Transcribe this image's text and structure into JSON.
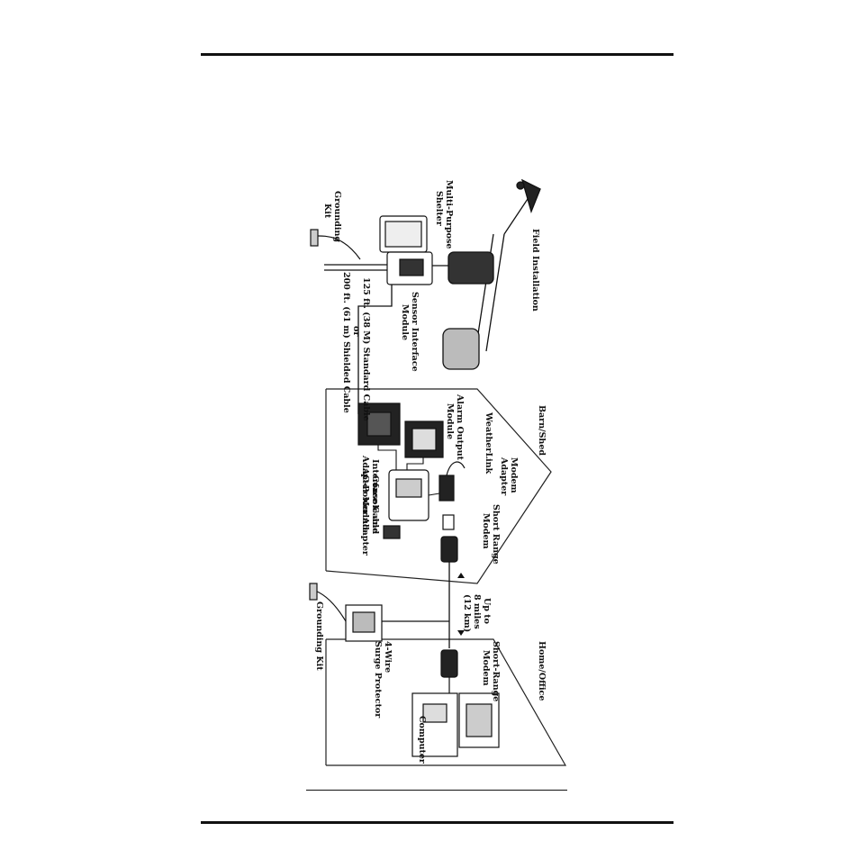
{
  "figure": {
    "labels": {
      "field_installation": "Field Installation",
      "multi_purpose_shelter_1": "Multi-Purpose",
      "multi_purpose_shelter_2": "Shelter",
      "grounding_kit_top_1": "Grounding",
      "grounding_kit_top_2": "Kit",
      "sensor_interface_1": "Sensor Interface",
      "sensor_interface_2": "Module",
      "cable_1": "125 ft. (38 M) Standard Cable",
      "cable_2": "or",
      "cable_3": "200 ft. (61 m) Shielded Cable",
      "barn_shed": "Barn/Shed",
      "weatherlink": "WeatherLink",
      "alarm_output_1": "Alarm Output",
      "alarm_output_2": "Module",
      "modem_adapter_1": "Modem",
      "modem_adapter_2": "Adapter",
      "short_range_modem_a_1": "Short Range",
      "short_range_modem_a_2": "Modem",
      "interface_cable_1": "Interface Cable",
      "interface_cable_2": "Adapter Module",
      "console_1": "Console and",
      "console_2": "AC-Power Adapter",
      "distance_1": "Up to",
      "distance_2": "8 miles",
      "distance_3": "(12 km)",
      "home_office": "Home/Office",
      "short_range_modem_b_1": "Short-Range",
      "short_range_modem_b_2": "Modem",
      "grounding_kit_bottom": "Grounding Kit",
      "surge_protector_1": "4-Wire",
      "surge_protector_2": "Surge Protector",
      "computer": "Computer"
    }
  }
}
